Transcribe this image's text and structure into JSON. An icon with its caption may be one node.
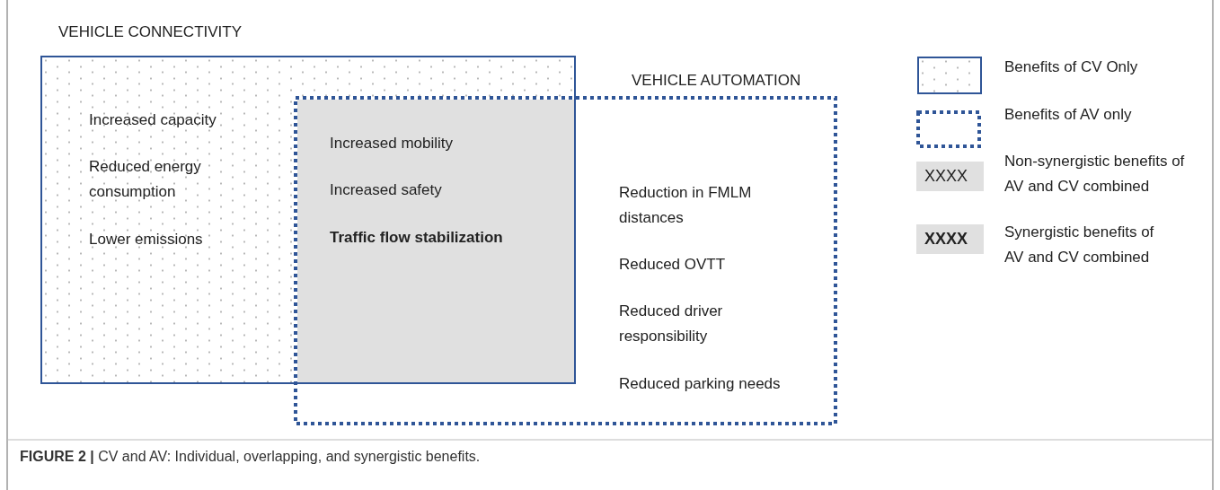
{
  "diagram": {
    "caption": "**FIGURE 2 |** CV and AV: Individual, overlapping, and synergistic benefits.",
    "nodes": [
      {
        "text": [
          "VEHICLE CONNECTIVITY",
          "Increased capacity",
          "Reduced energy consumption",
          "Lower emissions"
        ]
      },
      {
        "text": [
          "VEHICLE AUTOMATION",
          "Reduction in FMLM distances",
          "Reduced OVTT",
          "Reduced driver responsibility",
          "Reduced parking needs"
        ]
      },
      {
        "text": [
          "Increased mobility",
          "Increased safety",
          "Traffic flow stabilization"
        ]
      }
    ],
    "labels": [
      "XXXX",
      "XXXX"
    ],
    "legend": [
      {
        "text": "Benefits of CV Only"
      },
      {
        "text": "Benefits of AV only"
      },
      {
        "text": "Non-synergistic benefits of AV and CV combined",
        "color": "#e0e0e0"
      },
      {
        "text": "Synergistic benefits of AV and CV combined",
        "color": "#e0e0e0"
      }
    ]
  }
}
